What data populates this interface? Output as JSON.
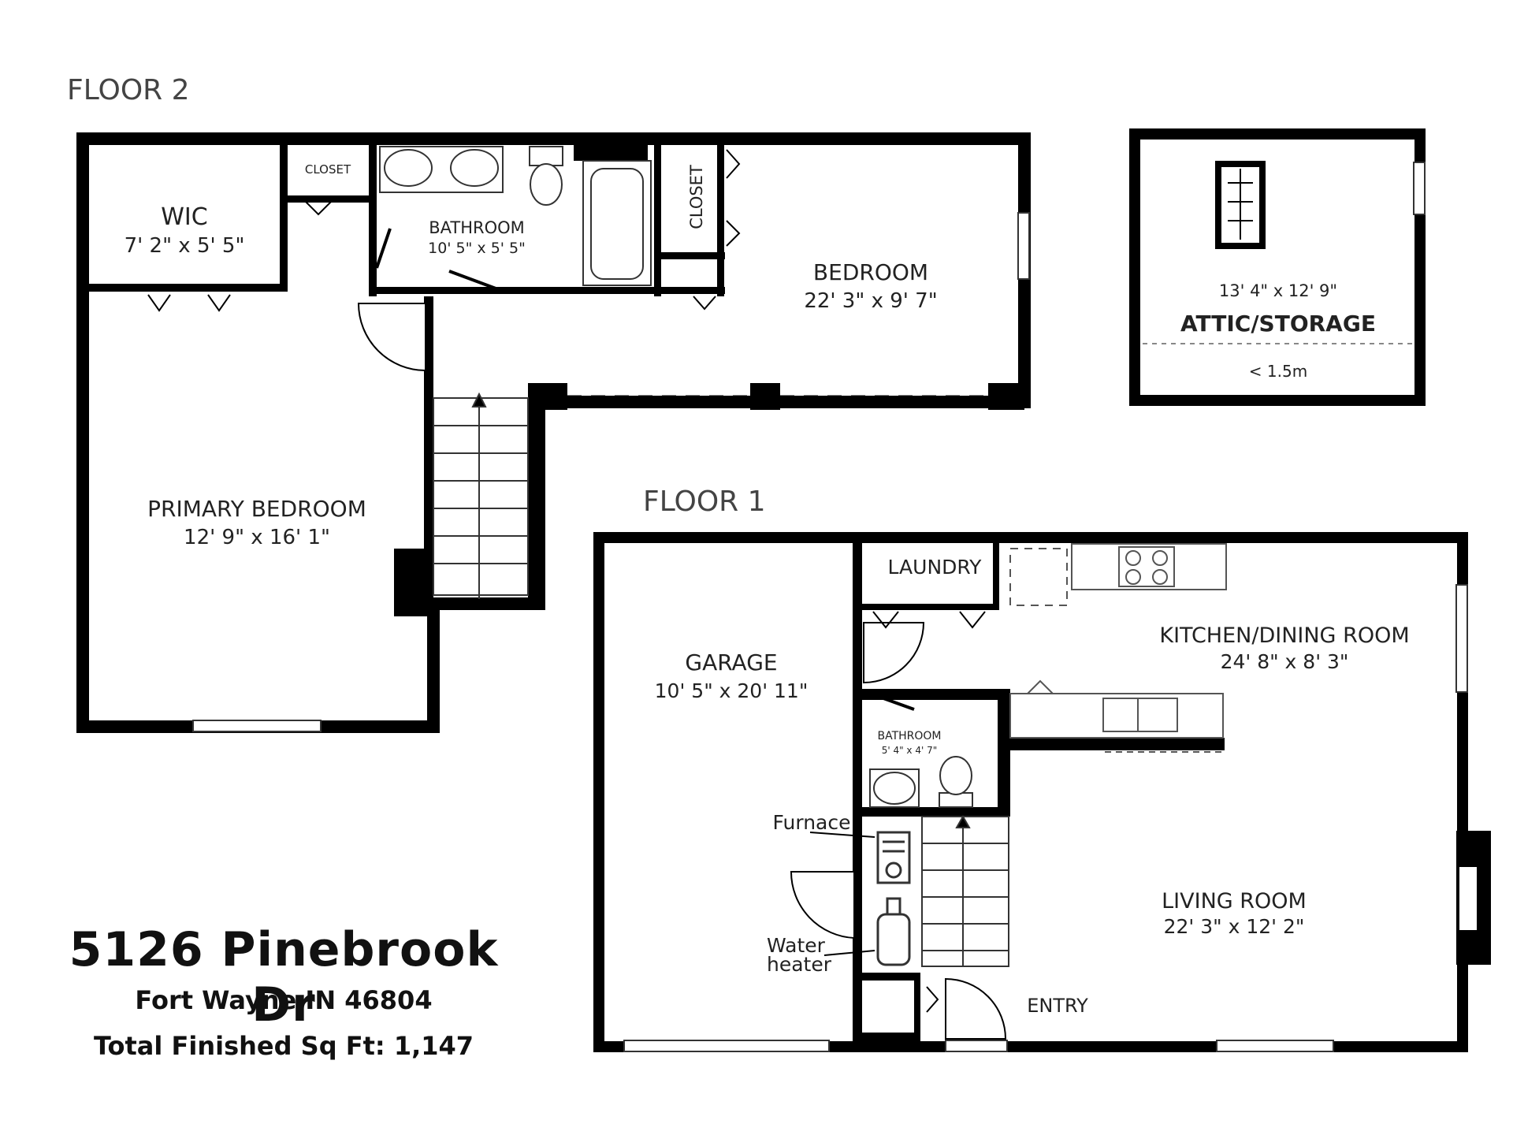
{
  "floors": {
    "floor2": "FLOOR 2",
    "floor1": "FLOOR 1"
  },
  "rooms": {
    "wic": {
      "name": "WIC",
      "dims": "7' 2\" x 5' 5\""
    },
    "closet_top": {
      "name": "CLOSET"
    },
    "bathroom2": {
      "name": "BATHROOM",
      "dims": "10' 5\" x 5' 5\""
    },
    "closet_vertical": {
      "name": "CLOSET"
    },
    "bedroom": {
      "name": "BEDROOM",
      "dims": "22' 3\" x 9' 7\""
    },
    "primary_bedroom": {
      "name": "PRIMARY BEDROOM",
      "dims": "12' 9\" x 16' 1\""
    },
    "attic": {
      "name": "ATTIC/STORAGE",
      "dims": "13' 4\" x 12' 9\"",
      "note": "< 1.5m"
    },
    "laundry": {
      "name": "LAUNDRY"
    },
    "kitchen": {
      "name": "KITCHEN/DINING ROOM",
      "dims": "24' 8\" x 8' 3\""
    },
    "garage": {
      "name": "GARAGE",
      "dims": "10' 5\" x 20' 11\""
    },
    "bathroom1": {
      "name": "BATHROOM",
      "dims": "5' 4\" x 4' 7\""
    },
    "living": {
      "name": "LIVING ROOM",
      "dims": "22' 3\" x 12' 2\""
    },
    "entry": {
      "name": "ENTRY"
    }
  },
  "fixtures": {
    "furnace": "Furnace",
    "water_heater_line1": "Water",
    "water_heater_line2": "heater"
  },
  "address": {
    "street": "5126 Pinebrook Dr",
    "city": "Fort Wayne IN 46804",
    "sqft": "Total Finished Sq Ft: 1,147"
  }
}
